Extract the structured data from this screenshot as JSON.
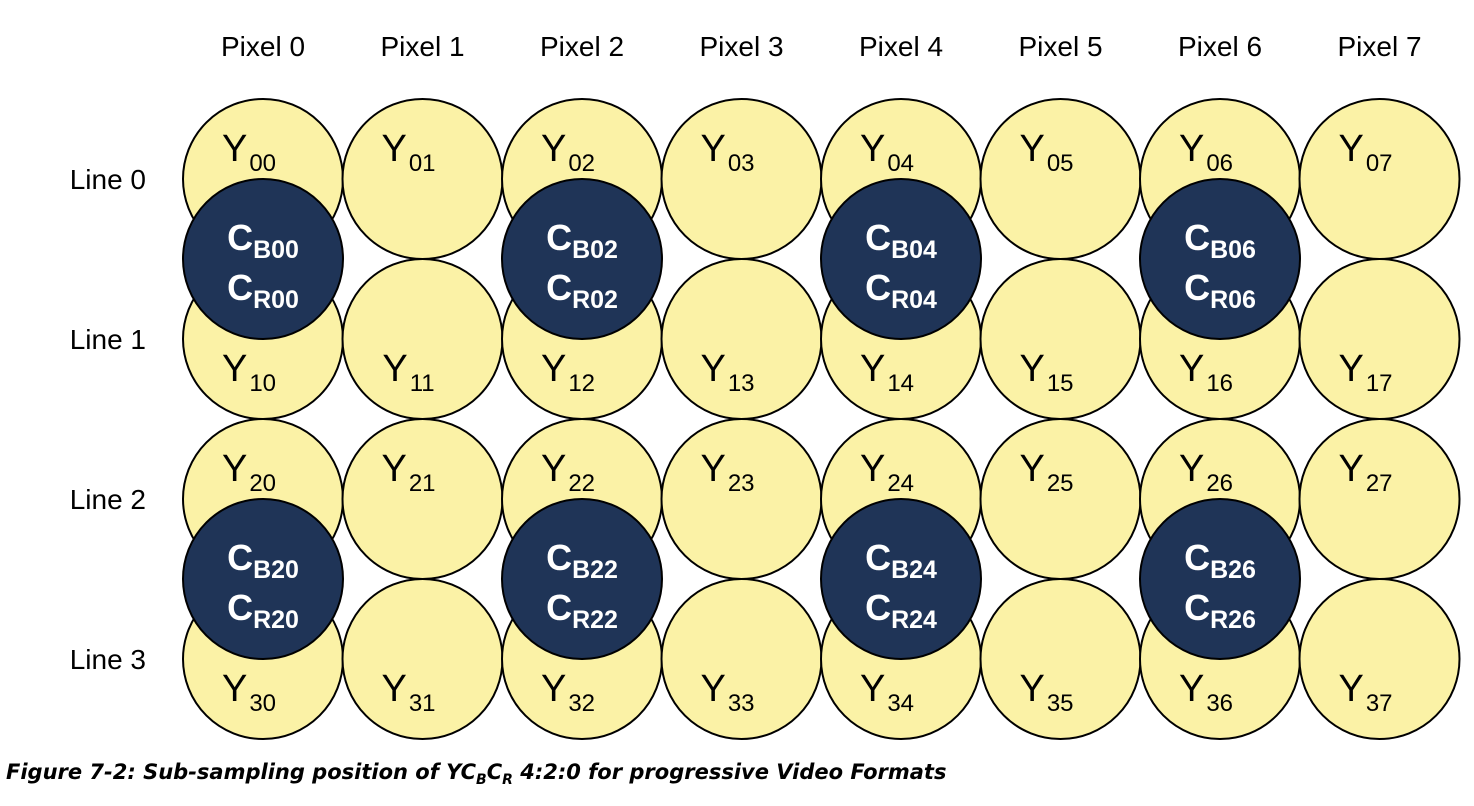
{
  "columns": [
    "Pixel 0",
    "Pixel 1",
    "Pixel 2",
    "Pixel 3",
    "Pixel 4",
    "Pixel 5",
    "Pixel 6",
    "Pixel 7"
  ],
  "rows": [
    "Line 0",
    "Line 1",
    "Line 2",
    "Line 3"
  ],
  "luma_samples": [
    [
      "00",
      "01",
      "02",
      "03",
      "04",
      "05",
      "06",
      "07"
    ],
    [
      "10",
      "11",
      "12",
      "13",
      "14",
      "15",
      "16",
      "17"
    ],
    [
      "20",
      "21",
      "22",
      "23",
      "24",
      "25",
      "26",
      "27"
    ],
    [
      "30",
      "31",
      "32",
      "33",
      "34",
      "35",
      "36",
      "37"
    ]
  ],
  "chroma_samples": [
    {
      "cb": "00",
      "cr": "00"
    },
    {
      "cb": "02",
      "cr": "02"
    },
    {
      "cb": "04",
      "cr": "04"
    },
    {
      "cb": "06",
      "cr": "06"
    },
    {
      "cb": "20",
      "cr": "20"
    },
    {
      "cb": "22",
      "cr": "22"
    },
    {
      "cb": "24",
      "cr": "24"
    },
    {
      "cb": "26",
      "cr": "26"
    }
  ],
  "labels": {
    "luma": "Y",
    "cb_main": "C",
    "cb_sub": "B",
    "cr_main": "C",
    "cr_sub": "R"
  },
  "caption": {
    "prefix": "Figure 7-2: Sub-sampling position of YC",
    "sub1": "B",
    "mid": "C",
    "sub2": "R",
    "suffix": " 4:2:0 for progressive Video Formats"
  },
  "colors": {
    "luma_fill": "#fbf2a6",
    "chroma_fill": "#1f3457",
    "stroke": "#000000"
  }
}
